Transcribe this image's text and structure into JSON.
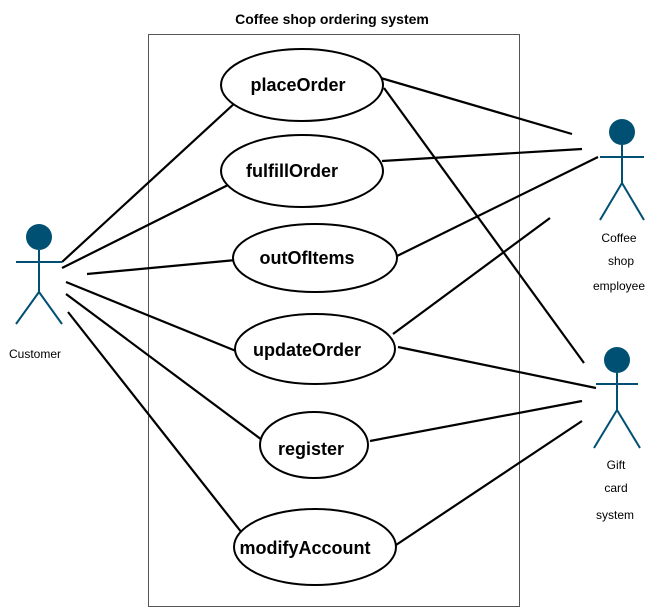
{
  "diagram": {
    "title": "Coffee  shop ordering  system",
    "use_cases": {
      "place_order": "placeOrder",
      "fulfill_order": "fulfillOrder",
      "out_of_items": "outOfItems",
      "update_order": "updateOrder",
      "register": "register",
      "modify_account": "modifyAccount"
    },
    "actors": {
      "customer": {
        "lines": [
          "Customer"
        ]
      },
      "employee": {
        "lines": [
          "Coffee",
          "shop",
          "employee"
        ]
      },
      "giftcard": {
        "lines": [
          "Gift",
          "card",
          "system"
        ]
      }
    },
    "colors": {
      "actor_fill": "#005073",
      "line": "#000000",
      "boundary": "#555555"
    }
  }
}
